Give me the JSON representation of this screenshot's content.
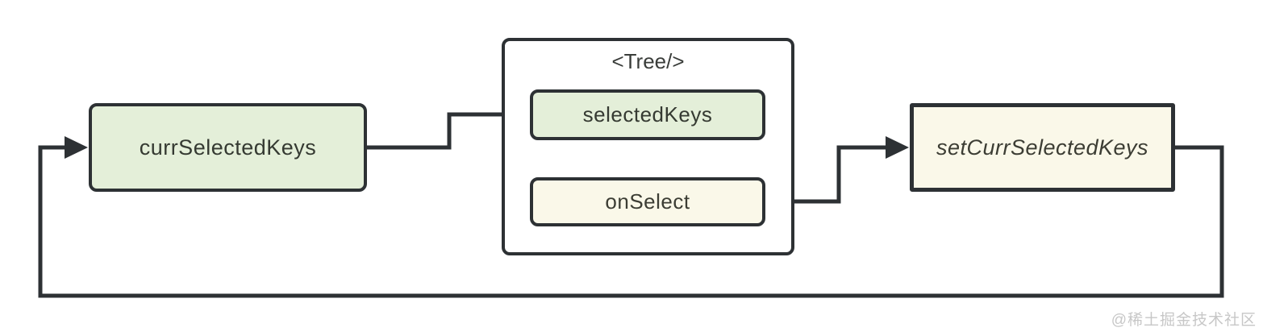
{
  "diagram": {
    "type": "flow-diagram",
    "description": "Controlled component data flow for a Tree component",
    "nodes": {
      "currSelectedKeys": {
        "label": "currSelectedKeys",
        "fill": "#e4efd9",
        "shape": "rounded-rect"
      },
      "tree": {
        "label": "<Tree/>",
        "fill": "#ffffff",
        "shape": "rounded-rect-container"
      },
      "selectedKeys": {
        "label": "selectedKeys",
        "fill": "#e4efd9",
        "shape": "rounded-rect",
        "parent": "tree"
      },
      "onSelect": {
        "label": "onSelect",
        "fill": "#faf8e9",
        "shape": "rounded-rect",
        "parent": "tree"
      },
      "setCurrSelectedKeys": {
        "label": "setCurrSelectedKeys",
        "fill": "#faf8e9",
        "shape": "rect",
        "text_style": "italic"
      }
    },
    "edges": [
      {
        "from": "currSelectedKeys",
        "to": "selectedKeys",
        "arrow": "end"
      },
      {
        "from": "onSelect",
        "to": "setCurrSelectedKeys",
        "arrow": "end"
      },
      {
        "from": "setCurrSelectedKeys",
        "to": "currSelectedKeys",
        "arrow": "end",
        "route": "bottom-feedback-loop"
      }
    ],
    "colors": {
      "line": "#2d3134",
      "border": "#2d3134",
      "green_fill": "#e4efd9",
      "cream_fill": "#faf8e9",
      "text": "#353a32",
      "watermark": "#c7c7c7",
      "background": "#ffffff"
    }
  },
  "watermark": {
    "text": "@稀土掘金技术社区"
  }
}
